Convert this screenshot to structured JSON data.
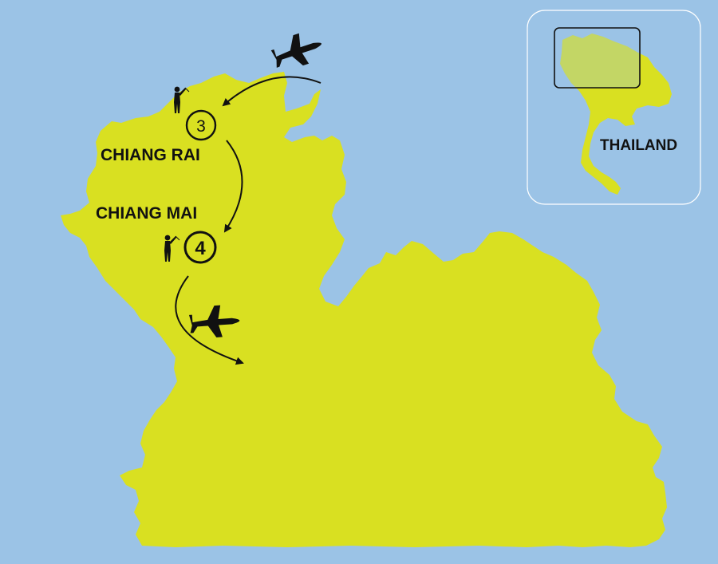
{
  "colors": {
    "sea": "#9bc3e6",
    "land": "#d9e021",
    "inset_highlight": "#b8d455",
    "route": "#111111"
  },
  "cities": [
    {
      "name": "CHIANG RAI",
      "stop_nights": "3"
    },
    {
      "name": "CHIANG MAI",
      "stop_nights": "4"
    }
  ],
  "inset": {
    "country_label": "THAILAND"
  },
  "icons": [
    "plane-icon",
    "golfer-icon",
    "route-arrow"
  ]
}
